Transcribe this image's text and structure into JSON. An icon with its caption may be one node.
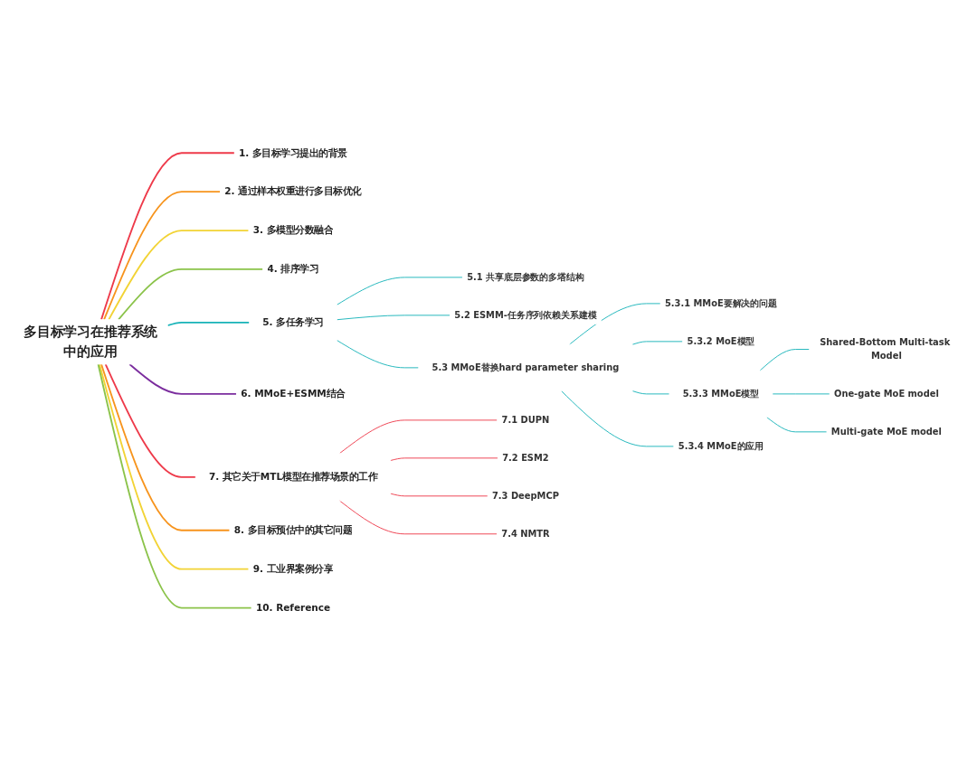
{
  "diagram": {
    "nodes": [
      {
        "text": [
          "多目标学习在推荐系统中的应用"
        ]
      },
      {
        "text": [
          "1. 多目标学习提出的背景"
        ]
      },
      {
        "text": [
          "2. 通过样本权重进行多目标优化"
        ]
      },
      {
        "text": [
          "3. 多模型分数融合"
        ]
      },
      {
        "text": [
          "4. 排序学习"
        ]
      },
      {
        "text": [
          "5. 多任务学习"
        ]
      },
      {
        "text": [
          "5.1 共享底层参数的多塔结构"
        ]
      },
      {
        "text": [
          "5.2 ESMM-任务序列依赖关系建模"
        ]
      },
      {
        "text": [
          "5.3 MMoE替换hard parameter sharing"
        ]
      },
      {
        "text": [
          "5.3.1 MMoE要解决的问题"
        ]
      },
      {
        "text": [
          "5.3.2 MoE模型"
        ]
      },
      {
        "text": [
          "5.3.3 MMoE模型"
        ]
      },
      {
        "text": [
          "Shared-Bottom Multi-task Model"
        ]
      },
      {
        "text": [
          "One-gate MoE model"
        ]
      },
      {
        "text": [
          "Multi-gate MoE model"
        ]
      },
      {
        "text": [
          "5.3.4 MMoE的应用"
        ]
      },
      {
        "text": [
          "6. MMoE+ESMM结合"
        ]
      },
      {
        "text": [
          "7. 其它关于MTL模型在推荐场景的工作"
        ]
      },
      {
        "text": [
          "7.1 DUPN"
        ]
      },
      {
        "text": [
          "7.2 ESM2"
        ]
      },
      {
        "text": [
          "7.3 DeepMCP"
        ]
      },
      {
        "text": [
          "7.4 NMTR"
        ]
      },
      {
        "text": [
          "8. 多目标预估中的其它问题"
        ]
      },
      {
        "text": [
          "9. 工业界案例分享"
        ]
      },
      {
        "text": [
          "10. Reference"
        ]
      }
    ],
    "edges": [
      {
        "from": 0,
        "to": 1,
        "arrow": "none",
        "color": "#ee3a4a"
      },
      {
        "from": 0,
        "to": 2,
        "arrow": "none",
        "color": "#f7941d"
      },
      {
        "from": 0,
        "to": 3,
        "arrow": "none",
        "color": "#f2d335"
      },
      {
        "from": 0,
        "to": 4,
        "arrow": "none",
        "color": "#8bc34a"
      },
      {
        "from": 0,
        "to": 5,
        "arrow": "none",
        "color": "#17b3b8"
      },
      {
        "from": 5,
        "to": 6,
        "arrow": "none",
        "color": "#17b3b8"
      },
      {
        "from": 5,
        "to": 7,
        "arrow": "none",
        "color": "#17b3b8"
      },
      {
        "from": 5,
        "to": 8,
        "arrow": "none",
        "color": "#17b3b8"
      },
      {
        "from": 8,
        "to": 9,
        "arrow": "none",
        "color": "#17b3b8"
      },
      {
        "from": 8,
        "to": 10,
        "arrow": "none",
        "color": "#17b3b8"
      },
      {
        "from": 8,
        "to": 11,
        "arrow": "none",
        "color": "#17b3b8"
      },
      {
        "from": 11,
        "to": 12,
        "arrow": "none",
        "color": "#17b3b8"
      },
      {
        "from": 11,
        "to": 13,
        "arrow": "none",
        "color": "#17b3b8"
      },
      {
        "from": 11,
        "to": 14,
        "arrow": "none",
        "color": "#17b3b8"
      },
      {
        "from": 8,
        "to": 15,
        "arrow": "none",
        "color": "#17b3b8"
      },
      {
        "from": 0,
        "to": 16,
        "arrow": "none",
        "color": "#7b2d9e"
      },
      {
        "from": 0,
        "to": 17,
        "arrow": "none",
        "color": "#ee3a4a"
      },
      {
        "from": 17,
        "to": 18,
        "arrow": "none",
        "color": "#ee3a4a"
      },
      {
        "from": 17,
        "to": 19,
        "arrow": "none",
        "color": "#ee3a4a"
      },
      {
        "from": 17,
        "to": 20,
        "arrow": "none",
        "color": "#ee3a4a"
      },
      {
        "from": 17,
        "to": 21,
        "arrow": "none",
        "color": "#ee3a4a"
      },
      {
        "from": 0,
        "to": 22,
        "arrow": "none",
        "color": "#f7941d"
      },
      {
        "from": 0,
        "to": 23,
        "arrow": "none",
        "color": "#f2d335"
      },
      {
        "from": 0,
        "to": 24,
        "arrow": "none",
        "color": "#8bc34a"
      }
    ]
  }
}
